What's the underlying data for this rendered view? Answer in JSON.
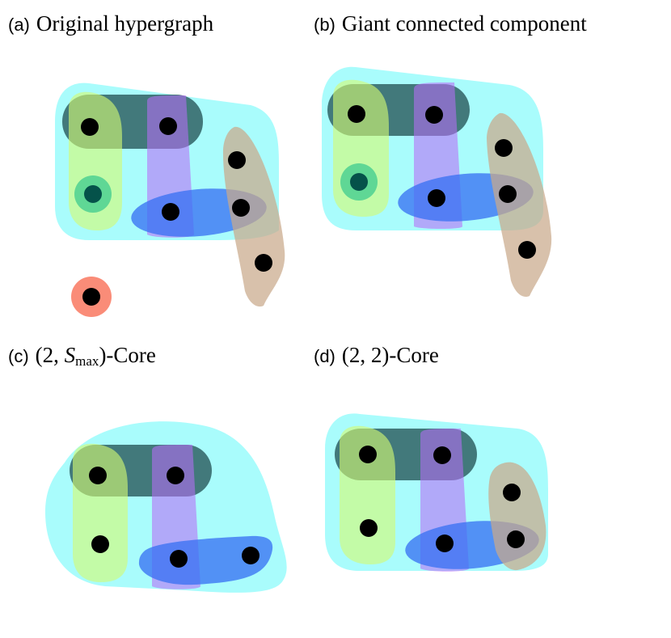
{
  "panels": {
    "a": {
      "letter": "(a)",
      "title": "Original hypergraph"
    },
    "b": {
      "letter": "(b)",
      "title": "Giant connected component"
    },
    "c": {
      "letter": "(c)",
      "title_pre": "(2, ",
      "title_var": "S",
      "title_sub": "max",
      "title_post": ")-Core"
    },
    "d": {
      "letter": "(d)",
      "title": "(2, 2)-Core"
    }
  },
  "colors": {
    "cyan_hull": "#a9fcfc",
    "dark_teal_edge": "#2b5b5e",
    "yellow_green_edge": "#d4fa72",
    "purple_edge": "#b66cf6",
    "blue_edge": "#3a72f2",
    "tan_edge": "#c9a98a",
    "node": "#000000",
    "highlight_green_ring": "#5fd795",
    "highlight_green_core": "#05524a",
    "isolated_salmon": "#fa8c78"
  }
}
